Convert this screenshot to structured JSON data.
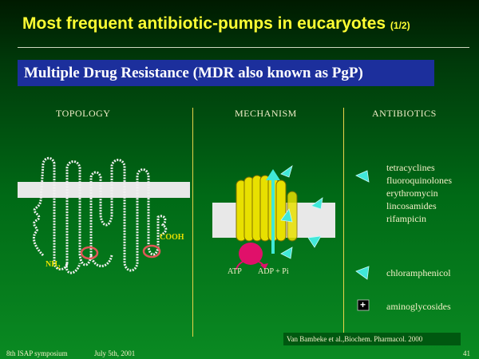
{
  "slide": {
    "title": "Most frequent antibiotic-pumps in eucaryotes",
    "title_part": "(1/2)",
    "banner": "Multiple Drug Resistance (MDR also known as PgP)",
    "columns": {
      "topology": "TOPOLOGY",
      "mechanism": "MECHANISM",
      "antibiotics": "ANTIBIOTICS"
    },
    "topology_labels": {
      "cooh": "COOH",
      "nh2": "NH",
      "nh2_sub": "2"
    },
    "mechanism_labels": {
      "atp": "ATP",
      "adp_pi": "ADP + Pi"
    },
    "antibiotic_groups": {
      "group1": [
        "tetracyclines",
        "fluoroquinolones",
        "erythromycin",
        "lincosamides",
        "rifampicin"
      ],
      "group2": "chloramphenicol",
      "group3": "aminoglycosides",
      "group3_symbol": "+"
    },
    "citation": "Van Bambeke et al.,Biochem. Pharmacol. 2000",
    "footer": {
      "event": "8th ISAP symposium",
      "date": "July 5th, 2001",
      "page": "41"
    }
  },
  "colors": {
    "title": "#ffff33",
    "banner_bg": "#1c2f9c",
    "column_divider": "#e8d44a",
    "arrow": "#40e8d8",
    "protein": "#e8e000",
    "atp_domain": "#e0106a"
  }
}
